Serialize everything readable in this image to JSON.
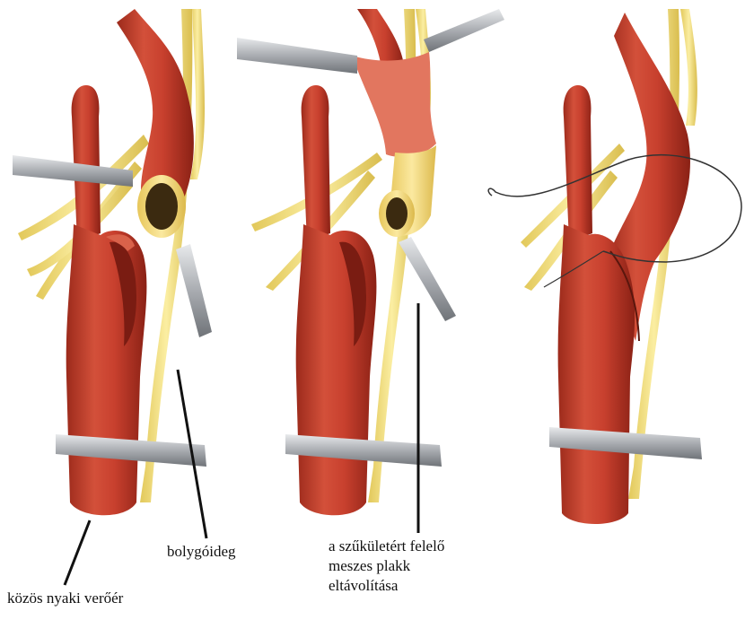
{
  "figure": {
    "panels": [
      {
        "name": "step-1"
      },
      {
        "name": "step-2"
      },
      {
        "name": "step-3"
      }
    ],
    "labels": {
      "vagus_nerve": "bolygóideg",
      "common_carotid": "közös nyaki verőér",
      "plaque_line_1": "a szűkületért felelő",
      "plaque_line_2": "meszes plakk",
      "plaque_line_3": "eltávolítása"
    },
    "colors": {
      "artery": "#c8402e",
      "artery_dark": "#8f2418",
      "nerve": "#f3df7c",
      "plaque": "#f0d46c",
      "clamp": "#b9bcc0",
      "suture": "#333333"
    }
  }
}
